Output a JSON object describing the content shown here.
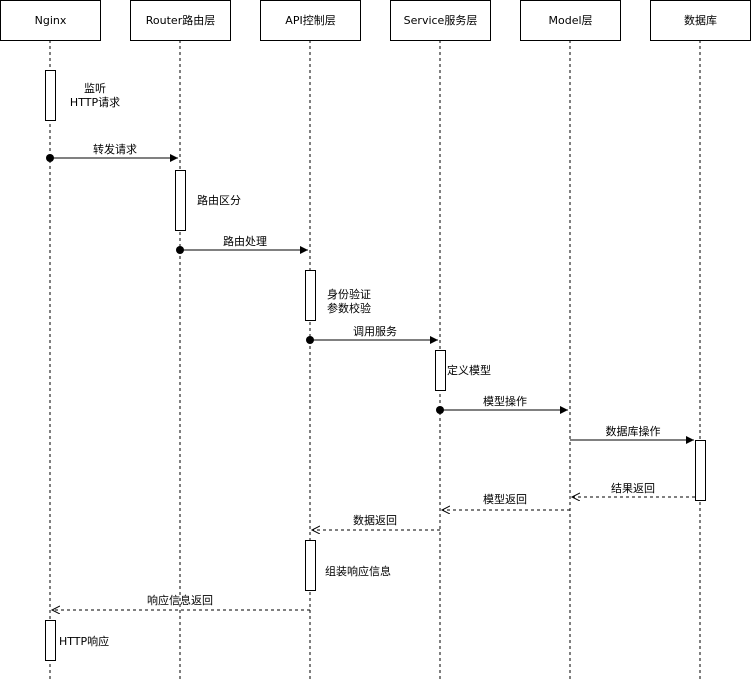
{
  "participants": [
    {
      "id": "nginx",
      "label": "Nginx"
    },
    {
      "id": "router",
      "label": "Router路由层"
    },
    {
      "id": "api",
      "label": "API控制层"
    },
    {
      "id": "service",
      "label": "Service服务层"
    },
    {
      "id": "model",
      "label": "Model层"
    },
    {
      "id": "db",
      "label": "数据库"
    }
  ],
  "notes": [
    {
      "id": "listen",
      "lines": [
        "监听",
        "HTTP请求"
      ]
    },
    {
      "id": "route-split",
      "lines": [
        "路由区分"
      ]
    },
    {
      "id": "auth",
      "lines": [
        "身份验证",
        "参数校验"
      ]
    },
    {
      "id": "define-model",
      "lines": [
        "定义模型"
      ]
    },
    {
      "id": "assemble",
      "lines": [
        "组装响应信息"
      ]
    },
    {
      "id": "http-response",
      "lines": [
        "HTTP响应"
      ]
    }
  ],
  "messages": [
    {
      "id": "forward",
      "label": "转发请求",
      "from": "nginx",
      "to": "router",
      "style": "sync"
    },
    {
      "id": "route-process",
      "label": "路由处理",
      "from": "router",
      "to": "api",
      "style": "sync"
    },
    {
      "id": "call-service",
      "label": "调用服务",
      "from": "api",
      "to": "service",
      "style": "sync"
    },
    {
      "id": "model-op",
      "label": "模型操作",
      "from": "service",
      "to": "model",
      "style": "sync"
    },
    {
      "id": "db-op",
      "label": "数据库操作",
      "from": "model",
      "to": "db",
      "style": "call"
    },
    {
      "id": "result-return",
      "label": "结果返回",
      "from": "db",
      "to": "model",
      "style": "return"
    },
    {
      "id": "model-return",
      "label": "模型返回",
      "from": "model",
      "to": "service",
      "style": "return"
    },
    {
      "id": "data-return",
      "label": "数据返回",
      "from": "service",
      "to": "api",
      "style": "return"
    },
    {
      "id": "resp-return",
      "label": "响应信息返回",
      "from": "api",
      "to": "nginx",
      "style": "return"
    }
  ]
}
